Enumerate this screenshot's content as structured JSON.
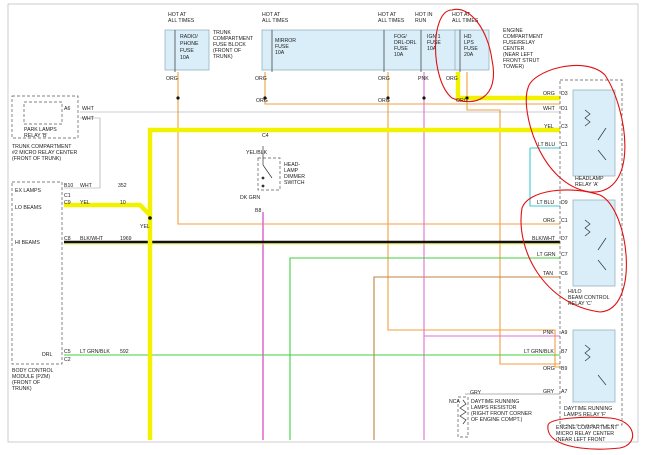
{
  "hot_labels": [
    "HOT AT\nALL TIMES",
    "HOT AT\nALL TIMES",
    "HOT AT\nALL TIMES",
    "HOT IN\nRUN",
    "HOT AT\nALL TIMES"
  ],
  "fuses": {
    "radio": "RADIO/\nPHONE\nFUSE\n10A",
    "mirror": "MIRROR\nFUSE\n10A",
    "fog": "FOG/\nDRL-DRL\nFUSE\n10A",
    "ign1": "IGN 1\nFUSE\n10A",
    "hdlps": "HD\nLPS\nFUSE\n20A"
  },
  "trunk_fuse_block": "TRUNK\nCOMPARTMENT\nFUSE BLOCK\n(FRONT OF\nTRUNK)",
  "engine_fuse_center": "ENGINE\nCOMPARTMENT\nFUSE/RELAY\nCENTER\n(NEAR LEFT\nFRONT STRUT\nTOWER)",
  "park_relay": "PARK LAMPS\nRELAY 'B'",
  "trunk_relay_center": "TRUNK COMPARTMENT\n#2 MICRO RELAY CENTER\n(FRONT OF TRUNK)",
  "bcm": {
    "title": "BODY CONTROL\nMODULE (PZM)\n(FRONT OF\nTRUNK)",
    "ex_lamps": "EX LAMPS",
    "lo_beams": "LO BEAMS",
    "hi_beams": "HI BEAMS",
    "drl": "DRL"
  },
  "switch": {
    "label": "HEAD-\nLAMP\nDIMMER\nSWITCH",
    "pin_c4": "C4",
    "pin_b8": "B8",
    "wire_top": "YEL/BLK",
    "wire_bottom": "DK GRN"
  },
  "relays": {
    "headlamp": "HEADLAMP\nRELAY 'A'",
    "hilo": "HI/LO\nBEAM CONTROL\nRELAY 'C'",
    "drl": "DAYTIME RUNNING\nLAMPS RELAY 'F'",
    "center": "ENGINE COMPARTMENT\nMICRO RELAY CENTER\n(NEAR LEFT FRONT"
  },
  "resistor": {
    "label": "DAYTIME RUNNING\nLAMPS RESISTOR\n(RIGHT FRONT CORNER\nOF ENGINE COMPT.)",
    "wire": "GRY",
    "nca": "NCA"
  },
  "wires": {
    "org": "ORG",
    "wht": "WHT",
    "yel": "YEL",
    "ltblu": "LT BLU",
    "blkwht": "BLK/WHT",
    "ltgrn": "LT GRN",
    "tan": "TAN",
    "pnk": "PNK",
    "ltgrnblk": "LT GRN/BLK",
    "gry": "GRY"
  },
  "circuits": {
    "c352": "352",
    "c10": "10",
    "c1969": "1969",
    "c592": "592"
  },
  "pins": {
    "a6": "A6",
    "b10": "B10",
    "c1": "C1",
    "c9": "C9",
    "c8": "C8",
    "c5": "C5",
    "c2": "C2",
    "d3": "D3",
    "d1": "D1",
    "c3": "C3",
    "c1r": "C1",
    "d9": "D9",
    "d7": "D7",
    "c7": "C7",
    "c6": "C6",
    "a9": "A9",
    "b7": "B7",
    "b9": "B9",
    "a7": "A7"
  },
  "colors": {
    "yellow": "#f2f200",
    "orange": "#f0a040",
    "pink": "#e070d0",
    "cyan": "#40c8d0",
    "green": "#40d040",
    "brown": "#c08040",
    "black": "#111111",
    "annotation": "#e01010"
  }
}
